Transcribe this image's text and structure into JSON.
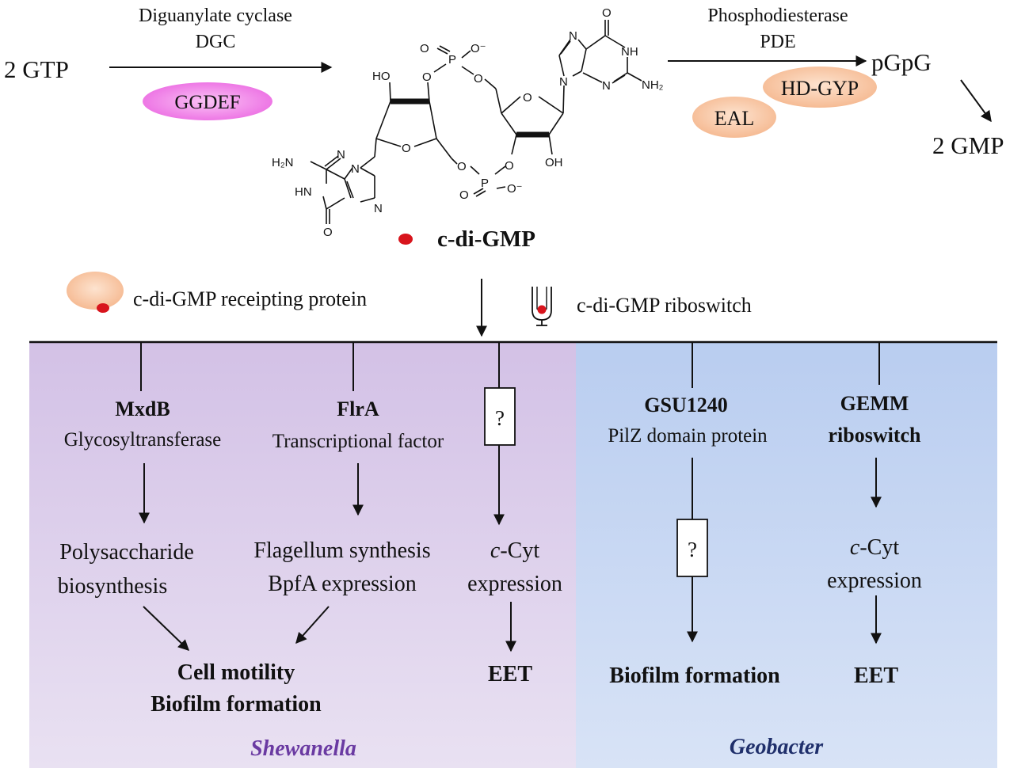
{
  "synthesis": {
    "substrate": "2 GTP",
    "enzyme_name": "Diguanylate cyclase",
    "enzyme_abbr": "DGC",
    "domain": "GGDEF"
  },
  "degradation": {
    "enzyme_name": "Phosphodiesterase",
    "enzyme_abbr": "PDE",
    "domain_1": "HD-GYP",
    "domain_2": "EAL",
    "product": "pGpG",
    "end_product": "2 GMP"
  },
  "molecule": {
    "name": "c-di-GMP",
    "atoms": {
      "o_minus": "O⁻",
      "o": "O",
      "p": "P",
      "nh": "NH",
      "nh2": "NH₂",
      "h2n": "H₂N",
      "hn": "HN",
      "n": "N",
      "ho": "HO",
      "oh": "OH"
    }
  },
  "legend": {
    "protein": "c-di-GMP receipting protein",
    "riboswitch": "c-di-GMP riboswitch"
  },
  "shewanella": {
    "label": "Shewanella",
    "mxdb_name": "MxdB",
    "mxdb_role": "Glycosyltransferase",
    "mxdb_out_1": "Polysaccharide",
    "mxdb_out_2": "biosynthesis",
    "flra_name": "FlrA",
    "flra_role": "Transcriptional factor",
    "flra_out_1": "Flagellum synthesis",
    "flra_out_2": "BpfA expression",
    "unknown": "?",
    "cyt_1_prefix": "c",
    "cyt_1_suffix": "-Cyt",
    "cyt_2": "expression",
    "outcome_1": "Cell motility",
    "outcome_2": "Biofilm formation",
    "eet": "EET"
  },
  "geobacter": {
    "label": "Geobacter",
    "gsu_name": "GSU1240",
    "gsu_role": "PilZ domain protein",
    "unknown": "?",
    "gsu_outcome": "Biofilm formation",
    "gemm_1": "GEMM",
    "gemm_2": "riboswitch",
    "cyt_1_prefix": "c",
    "cyt_1_suffix": "-Cyt",
    "cyt_2": "expression",
    "eet": "EET"
  },
  "colors": {
    "ggdef_fill": "#f07ce8",
    "pde_fill": "#f7c4a0",
    "shewanella_panel": "#dccfea",
    "geobacter_panel": "#c7d7f2",
    "shewanella_label": "#6a3aa2",
    "geobacter_label": "#1f2f6b",
    "dot_red": "#d8141c"
  }
}
